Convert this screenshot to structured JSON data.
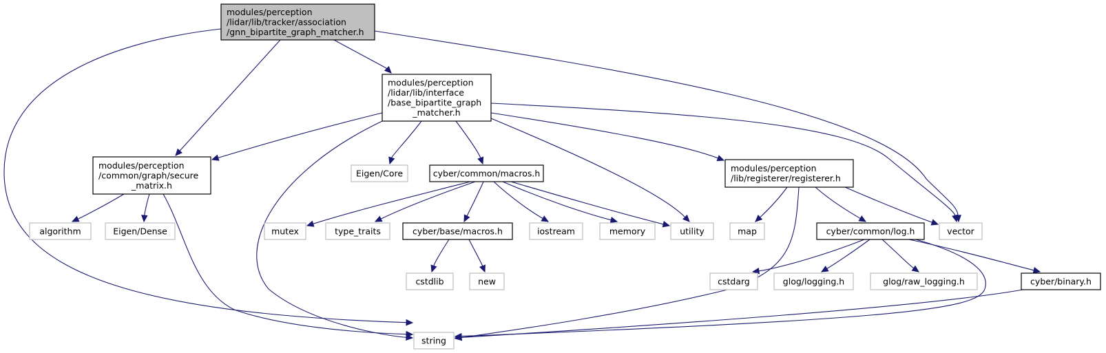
{
  "graph": {
    "colors": {
      "edge": "#191970",
      "root_fill": "#bfbfbf",
      "local_border": "#000000",
      "external_border": "#bfbfbf",
      "text": "#000000"
    },
    "nodes": [
      {
        "id": "root",
        "kind": "root",
        "lines": [
          "modules/perception",
          "/lidar/lib/tracker/association",
          "/gnn_bipartite_graph_matcher.h"
        ]
      },
      {
        "id": "base",
        "kind": "local",
        "lines": [
          "modules/perception",
          "/lidar/lib/interface",
          "/base_bipartite_graph",
          "_matcher.h"
        ]
      },
      {
        "id": "secure",
        "kind": "local",
        "lines": [
          "modules/perception",
          "/common/graph/secure",
          "_matrix.h"
        ]
      },
      {
        "id": "vector",
        "kind": "external",
        "lines": [
          "vector"
        ]
      },
      {
        "id": "string",
        "kind": "external",
        "lines": [
          "string"
        ]
      },
      {
        "id": "eigencore",
        "kind": "external",
        "lines": [
          "Eigen/Core"
        ]
      },
      {
        "id": "cmacros",
        "kind": "local",
        "lines": [
          "cyber/common/macros.h"
        ]
      },
      {
        "id": "utility",
        "kind": "external",
        "lines": [
          "utility"
        ]
      },
      {
        "id": "registerer",
        "kind": "local",
        "lines": [
          "modules/perception",
          "/lib/registerer/registerer.h"
        ]
      },
      {
        "id": "algorithm",
        "kind": "external",
        "lines": [
          "algorithm"
        ]
      },
      {
        "id": "eigendense",
        "kind": "external",
        "lines": [
          "Eigen/Dense"
        ]
      },
      {
        "id": "mutex",
        "kind": "external",
        "lines": [
          "mutex"
        ]
      },
      {
        "id": "typetraits",
        "kind": "external",
        "lines": [
          "type_traits"
        ]
      },
      {
        "id": "bmacros",
        "kind": "local",
        "lines": [
          "cyber/base/macros.h"
        ]
      },
      {
        "id": "iostream",
        "kind": "external",
        "lines": [
          "iostream"
        ]
      },
      {
        "id": "memory",
        "kind": "external",
        "lines": [
          "memory"
        ]
      },
      {
        "id": "map",
        "kind": "external",
        "lines": [
          "map"
        ]
      },
      {
        "id": "log",
        "kind": "local",
        "lines": [
          "cyber/common/log.h"
        ]
      },
      {
        "id": "cstdlib",
        "kind": "external",
        "lines": [
          "cstdlib"
        ]
      },
      {
        "id": "new",
        "kind": "external",
        "lines": [
          "new"
        ]
      },
      {
        "id": "cstdarg",
        "kind": "external",
        "lines": [
          "cstdarg"
        ]
      },
      {
        "id": "glog",
        "kind": "external",
        "lines": [
          "glog/logging.h"
        ]
      },
      {
        "id": "rawlog",
        "kind": "external",
        "lines": [
          "glog/raw_logging.h"
        ]
      },
      {
        "id": "binary",
        "kind": "local",
        "lines": [
          "cyber/binary.h"
        ]
      }
    ],
    "edges": [
      {
        "from": "root",
        "to": "string"
      },
      {
        "from": "root",
        "to": "secure"
      },
      {
        "from": "root",
        "to": "base"
      },
      {
        "from": "root",
        "to": "vector"
      },
      {
        "from": "base",
        "to": "secure"
      },
      {
        "from": "base",
        "to": "string"
      },
      {
        "from": "base",
        "to": "eigencore"
      },
      {
        "from": "base",
        "to": "cmacros"
      },
      {
        "from": "base",
        "to": "utility"
      },
      {
        "from": "base",
        "to": "registerer"
      },
      {
        "from": "base",
        "to": "vector"
      },
      {
        "from": "secure",
        "to": "algorithm"
      },
      {
        "from": "secure",
        "to": "eigendense"
      },
      {
        "from": "secure",
        "to": "string"
      },
      {
        "from": "cmacros",
        "to": "mutex"
      },
      {
        "from": "cmacros",
        "to": "typetraits"
      },
      {
        "from": "cmacros",
        "to": "bmacros"
      },
      {
        "from": "cmacros",
        "to": "iostream"
      },
      {
        "from": "cmacros",
        "to": "memory"
      },
      {
        "from": "cmacros",
        "to": "utility"
      },
      {
        "from": "bmacros",
        "to": "cstdlib"
      },
      {
        "from": "bmacros",
        "to": "new"
      },
      {
        "from": "registerer",
        "to": "map"
      },
      {
        "from": "registerer",
        "to": "string"
      },
      {
        "from": "registerer",
        "to": "log"
      },
      {
        "from": "registerer",
        "to": "vector"
      },
      {
        "from": "log",
        "to": "cstdarg"
      },
      {
        "from": "log",
        "to": "glog"
      },
      {
        "from": "log",
        "to": "rawlog"
      },
      {
        "from": "log",
        "to": "binary"
      },
      {
        "from": "log",
        "to": "string"
      },
      {
        "from": "binary",
        "to": "string"
      }
    ]
  }
}
